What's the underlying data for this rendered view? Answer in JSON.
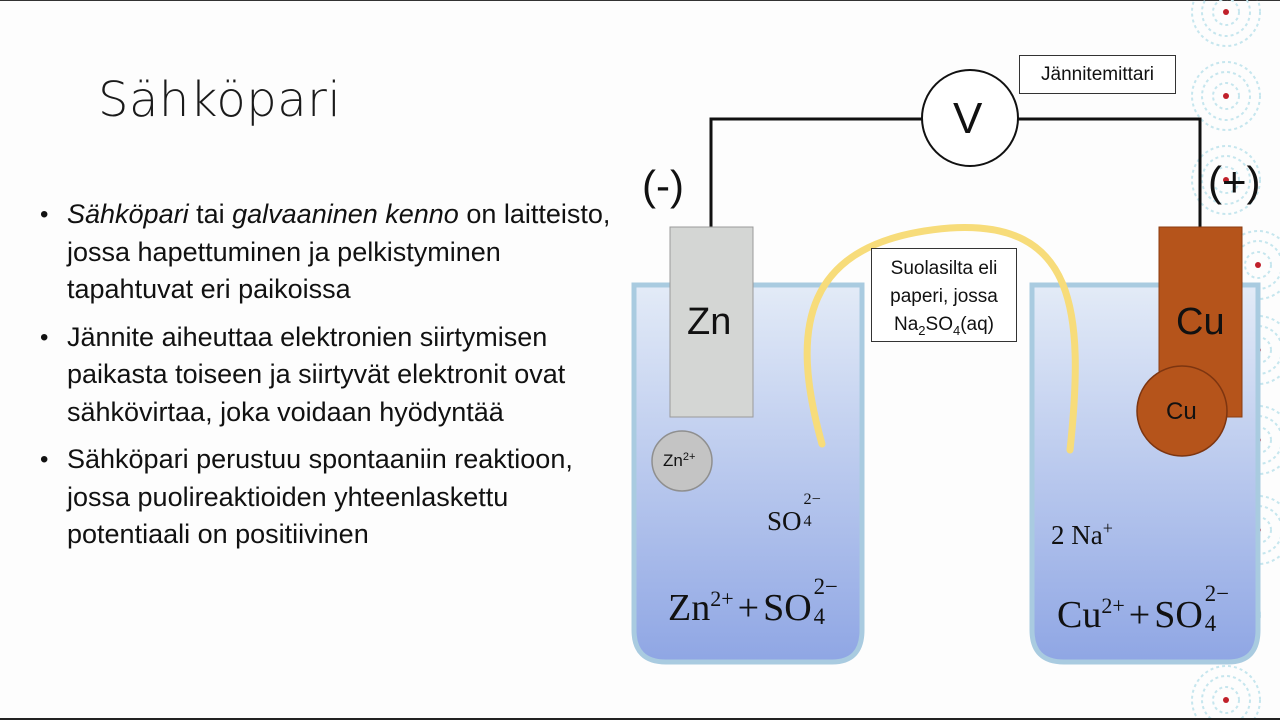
{
  "slide": {
    "title": "Sähköpari"
  },
  "bullets": [
    {
      "parts": [
        {
          "text": "Sähköpari",
          "italic": true
        },
        {
          "text": " tai ",
          "italic": false
        },
        {
          "text": "galvaaninen kenno",
          "italic": true
        },
        {
          "text": " on laitteisto, jossa hapettuminen ja pelkistyminen tapahtuvat eri paikoissa",
          "italic": false
        }
      ]
    },
    {
      "parts": [
        {
          "text": "Jännite aiheuttaa elektronien siirtymisen paikasta toiseen ja siirtyvät elektronit ovat sähkövirtaa, joka voidaan hyödyntää",
          "italic": false
        }
      ]
    },
    {
      "parts": [
        {
          "text": "Sähköpari perustuu spontaaniin reaktioon, jossa puolireaktioiden yhteenlaskettu potentiaali on positiivinen",
          "italic": false
        }
      ]
    }
  ],
  "diagram": {
    "voltmeter_symbol": "V",
    "voltmeter_label": "Jännitemittari",
    "negative_pole": "(-)",
    "positive_pole": "(+)",
    "left_electrode": "Zn",
    "right_electrode": "Cu",
    "zn_ion": "Zn",
    "zn_ion_charge": "2+",
    "cu_atom": "Cu",
    "salt_bridge_label_line1": "Suolasilta eli",
    "salt_bridge_label_line2": "paperi, jossa",
    "salt_bridge_formula_na": "Na",
    "salt_bridge_formula_na_sub": "2",
    "salt_bridge_formula_so": "SO",
    "salt_bridge_formula_so_sub": "4",
    "salt_bridge_formula_tail": "(aq)",
    "left_anion": "SO",
    "left_anion_sub": "4",
    "left_anion_sup": "2−",
    "left_solution_cation": "Zn",
    "left_solution_cation_sup": "2+",
    "left_solution_plus": "+",
    "left_solution_anion": "SO",
    "left_solution_anion_sub": "4",
    "left_solution_anion_sup": "2−",
    "right_cation": "2 Na",
    "right_cation_sup": "+",
    "right_solution_cation": "Cu",
    "right_solution_cation_sup": "2+",
    "right_solution_plus": "+",
    "right_solution_anion": "SO",
    "right_solution_anion_sub": "4",
    "right_solution_anion_sup": "2−"
  },
  "colors": {
    "beaker_border": "#a9cbe0",
    "solution_top": "#dfe8f6",
    "solution_bottom": "#8ea5e3",
    "zinc": "#d4d6d4",
    "copper": "#b5541b",
    "salt_bridge": "#f7dc7a",
    "zn_ion": "#c4c4c4",
    "decor_ring": "#bfe3ec",
    "decor_dot": "#c0202a"
  }
}
